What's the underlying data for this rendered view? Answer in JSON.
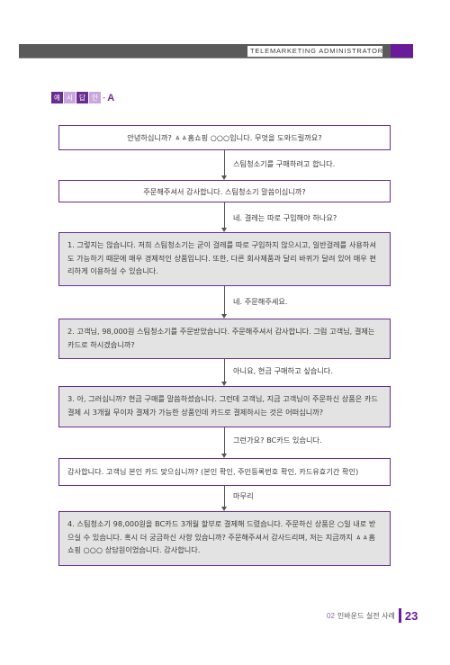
{
  "header": {
    "title": "TELEMARKETING ADMINISTRATOR",
    "accent_color": "#6a1b9a"
  },
  "example_label": {
    "chars": [
      "예",
      "시",
      "답",
      "안"
    ],
    "dash": "-",
    "letter": "A"
  },
  "flow": [
    {
      "kind": "box",
      "style": "white",
      "align": "center",
      "text": "안녕하십니까? ㅿㅿ홈쇼핑 ○○○입니다. 무엇을 도와드릴까요?"
    },
    {
      "kind": "reply",
      "text": "스팀청소기를 구매하려고 합니다."
    },
    {
      "kind": "box",
      "style": "white",
      "align": "center",
      "text": "주문해주셔서 감사합니다. 스팀청소기 말씀이십니까?"
    },
    {
      "kind": "reply",
      "text": "네. 결레는 따로 구입해야 하나요?"
    },
    {
      "kind": "box",
      "style": "grey",
      "align": "left",
      "text": "1. 그렇지는 않습니다. 저희 스팀청소기는 굳이 걸레를 따로 구입하지 않으시고, 일반걸레를 사용하셔도 가능하기 때문에 매우 경제적인 상품입니다. 또한, 다른 회사제품과 달리 바퀴가 달려 있어 매우 편리하게 이용하실 수 있습니다."
    },
    {
      "kind": "reply",
      "text": "네. 주문해주세요."
    },
    {
      "kind": "box",
      "style": "grey",
      "align": "left",
      "text": "2. 고객님, 98,000원 스팀청소기를 주문받았습니다. 주문해주셔서 감사합니다. 그럼 고객님, 결제는 카드로 하시겠습니까?"
    },
    {
      "kind": "reply",
      "text": "아니요, 현금 구매하고 싶습니다."
    },
    {
      "kind": "box",
      "style": "grey",
      "align": "left",
      "text": "3. 아, 그러십니까? 현금 구매를 말씀하셨습니다. 그런데 고객님, 지금 고객님이 주문하신 상품은 카드결제 시 3개월 무이자 결제가 가능한 상품인데 카드로 결제하시는 것은 어떠십니까?"
    },
    {
      "kind": "reply",
      "text": "그런가요? BC카드 있습니다."
    },
    {
      "kind": "box",
      "style": "white",
      "align": "left",
      "text": "감사합니다. 고객님 본인 카드 맞으십니까? (본인 확인, 주민등록번호 확인, 카드유효기간 확인)"
    },
    {
      "kind": "reply",
      "text": "마무리"
    },
    {
      "kind": "box",
      "style": "grey",
      "align": "left",
      "text": "4. 스팀청소기 98,000원을 BC카드 3개월 할부로 결제해 드렸습니다. 주문하신 상품은 ○일 내로 받으실 수 있습니다. 혹시 더 궁금하신 사항 있습니까? 주문해주셔서 감사드리며, 저는 지금까지 ㅿㅿ홈쇼핑 ○○○ 상담원이었습니다. 감사합니다."
    }
  ],
  "footer": {
    "section_number": "02",
    "section_title": "인바운드 실전 사례",
    "page_number": "23"
  }
}
